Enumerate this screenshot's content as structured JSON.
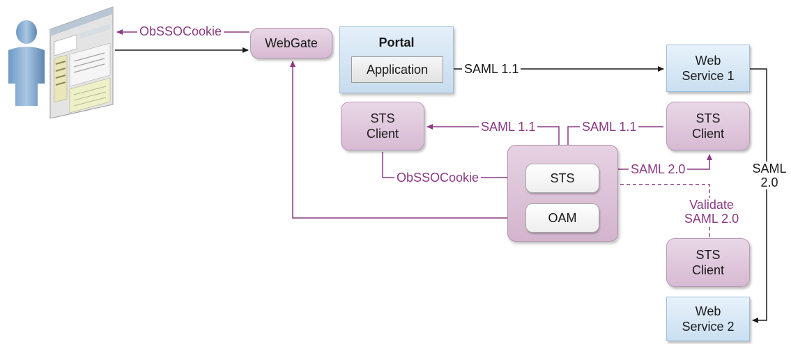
{
  "nodes": {
    "webgate": "WebGate",
    "portal": "Portal",
    "application": "Application",
    "web_service_1": [
      "Web",
      "Service 1"
    ],
    "web_service_2": [
      "Web",
      "Service 2"
    ],
    "sts_client_left": [
      "STS",
      "Client"
    ],
    "sts_client_right": [
      "STS",
      "Client"
    ],
    "sts_client_bottom": [
      "STS",
      "Client"
    ],
    "sts": "STS",
    "oam": "OAM"
  },
  "labels": {
    "obsso_top": "ObSSOCookie",
    "saml11_app": "SAML 1.1",
    "saml11_left": "SAML 1.1",
    "saml11_right": "SAML 1.1",
    "obsso_mid": "ObSSOCookie",
    "saml20_sts": "SAML 2.0",
    "saml20_ws": [
      "SAML",
      "2.0"
    ],
    "validate": [
      "Validate",
      "SAML 2.0"
    ]
  },
  "colors": {
    "purple_arrow": "#8a3b84",
    "black_arrow": "#1a1a1a"
  },
  "icons": [
    "user-icon",
    "browser-window-icon"
  ]
}
